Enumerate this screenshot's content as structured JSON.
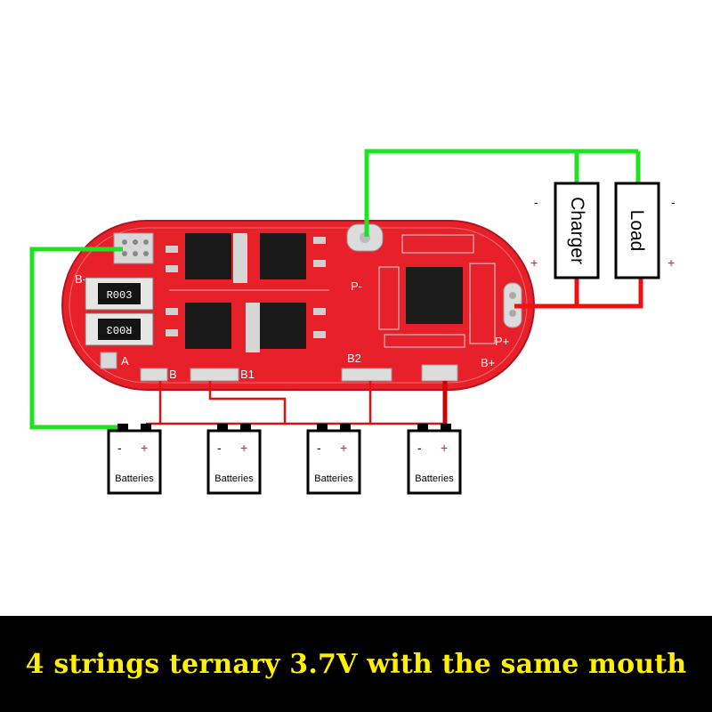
{
  "caption": "4 strings ternary 3.7V with the same mouth",
  "board": {
    "labels": {
      "b_minus": "B-",
      "p_minus": "P-",
      "p_plus": "P+",
      "b_plus": "B+",
      "a": "A",
      "b": "B",
      "b1": "B1",
      "b2": "B2"
    },
    "resistors": [
      "R003",
      "R003"
    ]
  },
  "charger": {
    "label": "Charger",
    "minus": "-",
    "plus": "+"
  },
  "load": {
    "label": "Load",
    "minus": "-",
    "plus": "+"
  },
  "batteries": [
    {
      "label": "Batteries",
      "minus": "-",
      "plus": "+"
    },
    {
      "label": "Batteries",
      "minus": "-",
      "plus": "+"
    },
    {
      "label": "Batteries",
      "minus": "-",
      "plus": "+"
    },
    {
      "label": "Batteries",
      "minus": "-",
      "plus": "+"
    }
  ],
  "colors": {
    "negative_wire": "#22e022",
    "positive_wire": "#ee1111",
    "balance_wire": "#dd1111",
    "pcb": "#e8202a",
    "caption_text": "#ffef00",
    "caption_bg": "#000000"
  }
}
